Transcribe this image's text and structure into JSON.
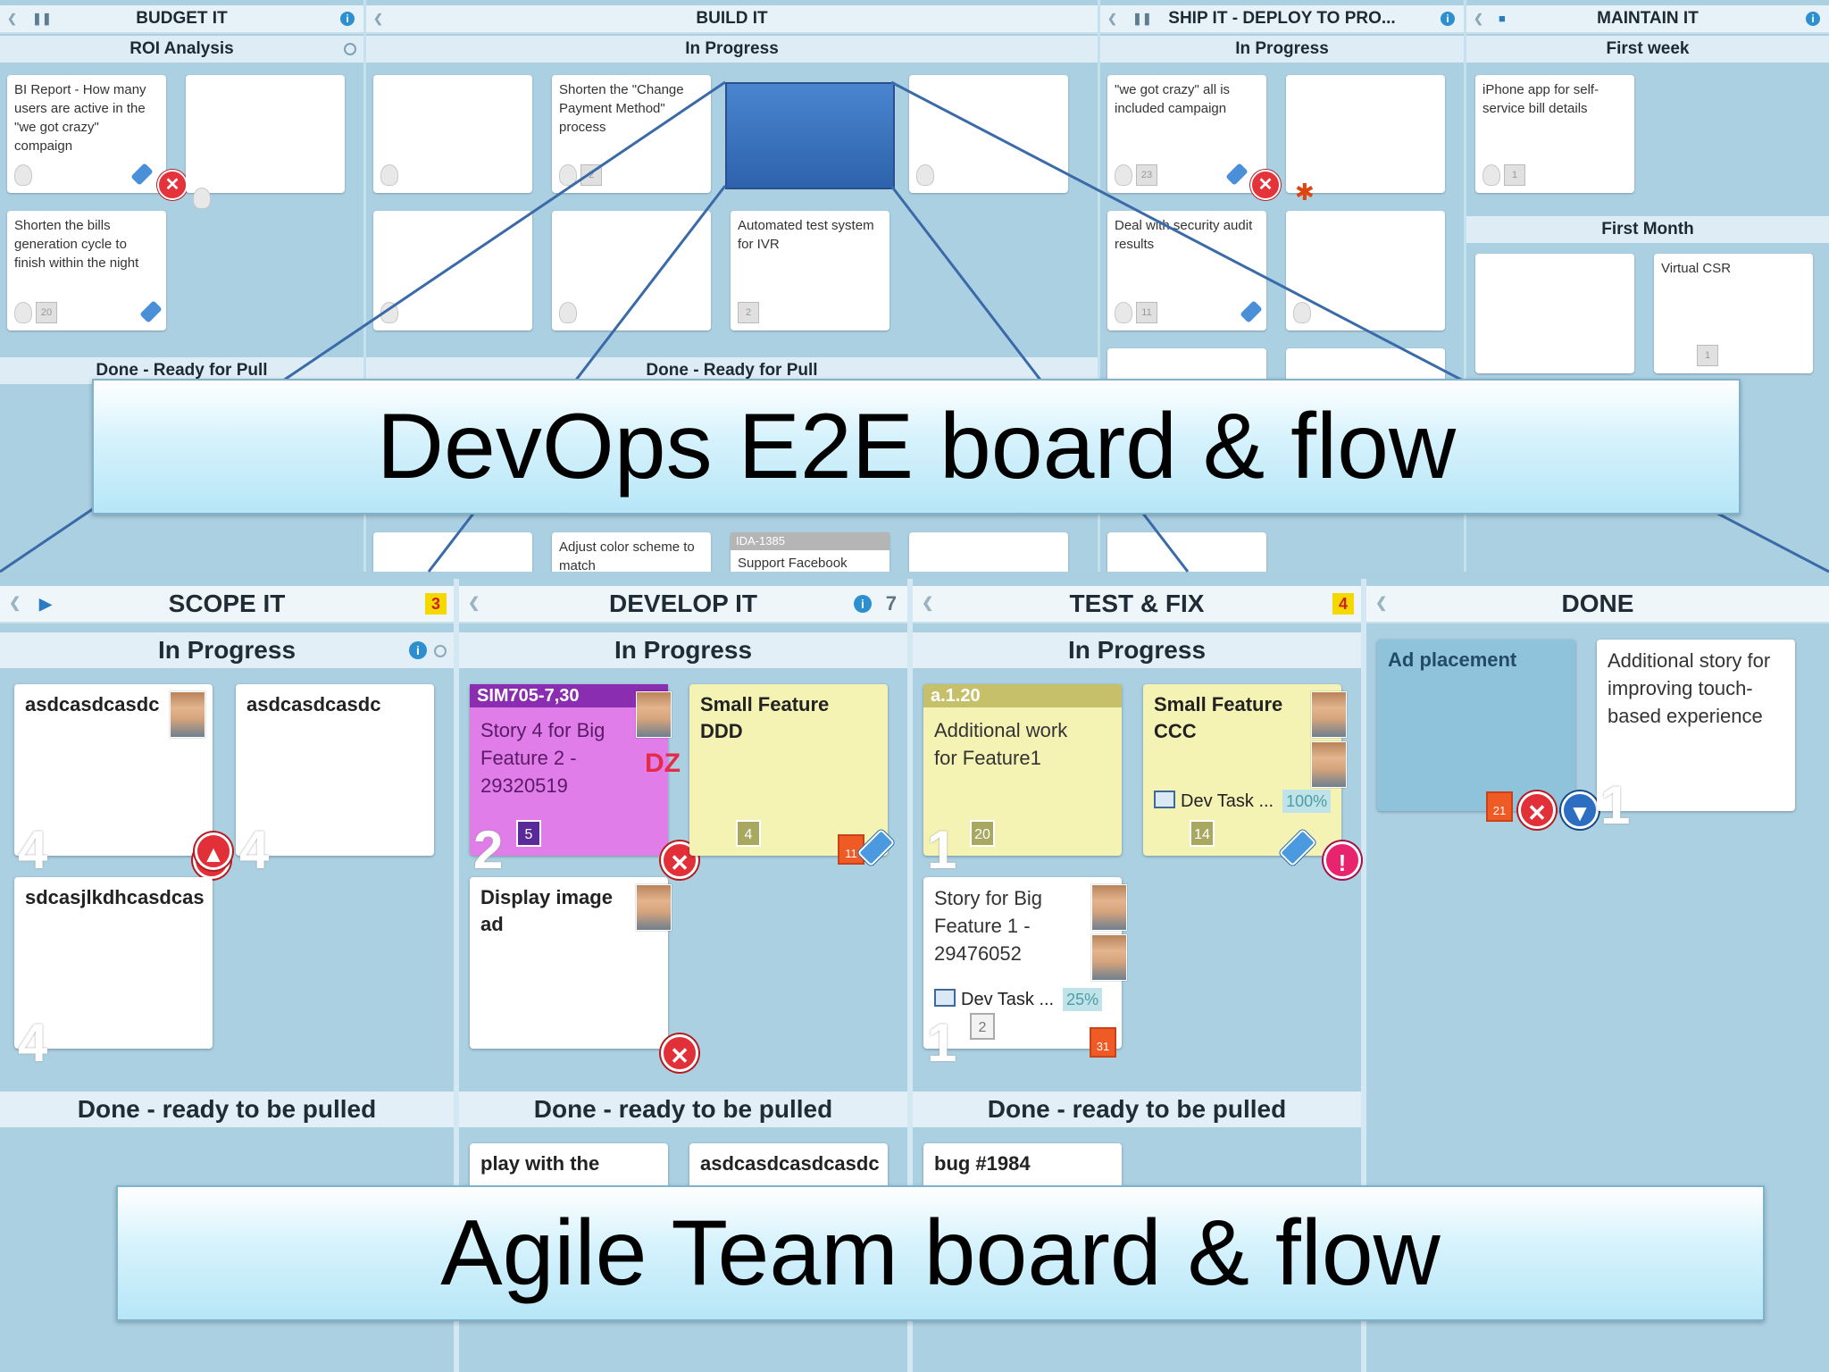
{
  "top_board": {
    "columns": [
      {
        "name": "BUDGET IT",
        "sub": "ROI Analysis",
        "done": "Done - Ready for Pull",
        "cards": [
          "BI Report - How many users are active in the \"we got crazy\" compaign",
          "",
          "Shorten the bills generation cycle to finish within the night"
        ],
        "counts": [
          "20"
        ]
      },
      {
        "name": "BUILD IT",
        "sub": "In Progress",
        "done": "Done - Ready for Pull",
        "cards": [
          "",
          "Shorten the \"Change Payment Method\" process",
          "",
          "",
          "",
          "",
          "Automated test system for IVR",
          "Adjust color scheme to match",
          "Support Facebook"
        ],
        "counts": [
          "2",
          "2"
        ],
        "ida": "IDA-1385"
      },
      {
        "name": "SHIP IT - DEPLOY TO PRO...",
        "sub": "In Progress",
        "cards": [
          "\"we got crazy\" all is included campaign",
          "",
          "Deal with security audit results",
          "",
          "",
          ""
        ],
        "counts": [
          "23",
          "11"
        ]
      },
      {
        "name": "MAINTAIN IT",
        "sub": "First week",
        "sub2": "First Month",
        "cards": [
          "iPhone app for self-service bill details",
          "",
          "Virtual CSR"
        ],
        "counts": [
          "1",
          "1"
        ]
      }
    ]
  },
  "banners": {
    "top": "DevOps E2E board & flow",
    "bottom": "Agile Team board & flow"
  },
  "bottom_board": {
    "scope": {
      "name": "SCOPE IT",
      "wip": "3",
      "sub": "In Progress",
      "done": "Done - ready to be pulled",
      "cards": [
        {
          "title": "asdcasdcasdc",
          "big": "4"
        },
        {
          "title": "asdcasdcasdc",
          "big": "4"
        },
        {
          "title": "sdcasjlkdhcasdcas",
          "big": "4"
        }
      ]
    },
    "develop": {
      "name": "DEVELOP IT",
      "count": "7",
      "sub": "In Progress",
      "done": "Done - ready to be pulled",
      "cards": [
        {
          "id": "SIM705-7,30",
          "title": "Story 4 for Big Feature 2 - 29320519",
          "big": "2",
          "num": "5",
          "badge": "DZ"
        },
        {
          "title": "Small Feature DDD",
          "num": "4",
          "cal": "11"
        },
        {
          "title": "Display image ad"
        }
      ],
      "done_cards": [
        "play with the",
        "asdcasdcasdcasdc"
      ]
    },
    "test": {
      "name": "TEST & FIX",
      "wip": "4",
      "sub": "In Progress",
      "done": "Done - ready to be pulled",
      "cards": [
        {
          "id": "a.1.20",
          "title": "Additional work for Feature1",
          "big": "1",
          "num": "20"
        },
        {
          "title": "Small Feature CCC",
          "task": "Dev Task ...",
          "pct": "100%",
          "num": "14"
        },
        {
          "title": "Story for Big Feature 1 - 29476052",
          "task": "Dev Task ...",
          "pct": "25%",
          "big": "1",
          "num": "2",
          "cal": "31"
        }
      ],
      "done_cards": [
        "bug #1984"
      ]
    },
    "done": {
      "name": "DONE",
      "cards": [
        {
          "title": "Ad placement",
          "cal": "21"
        },
        {
          "title": "Additional story for improving touch-based experience",
          "big": "1"
        }
      ]
    }
  },
  "colors": {
    "accent": "#2c8fd0",
    "danger": "#e23039",
    "card_yellow": "#f4f3b4",
    "card_purple": "#e07de8"
  }
}
